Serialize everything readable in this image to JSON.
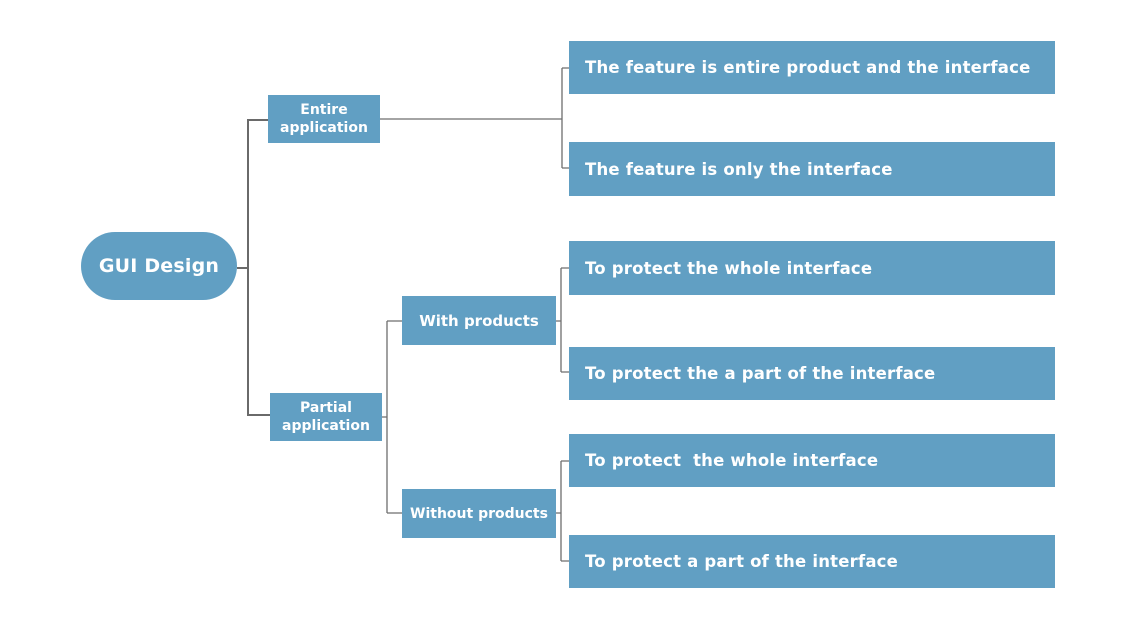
{
  "root": {
    "label": "GUI Design"
  },
  "branches": {
    "entire": {
      "label": "Entire application"
    },
    "partial": {
      "label": "Partial application"
    },
    "with_products": {
      "label": "With products"
    },
    "without_products": {
      "label": "Without products"
    }
  },
  "leaves": [
    {
      "label": "The feature is entire product and the interface"
    },
    {
      "label": "The feature is only the interface"
    },
    {
      "label": "To protect the whole interface"
    },
    {
      "label": "To protect the a part of the interface"
    },
    {
      "label": "To protect  the whole interface"
    },
    {
      "label": "To protect a part of the interface"
    }
  ],
  "colors": {
    "node_fill": "#619fc3",
    "node_text": "#ffffff",
    "connector": "#6e6e6e",
    "background": "#ffffff"
  }
}
